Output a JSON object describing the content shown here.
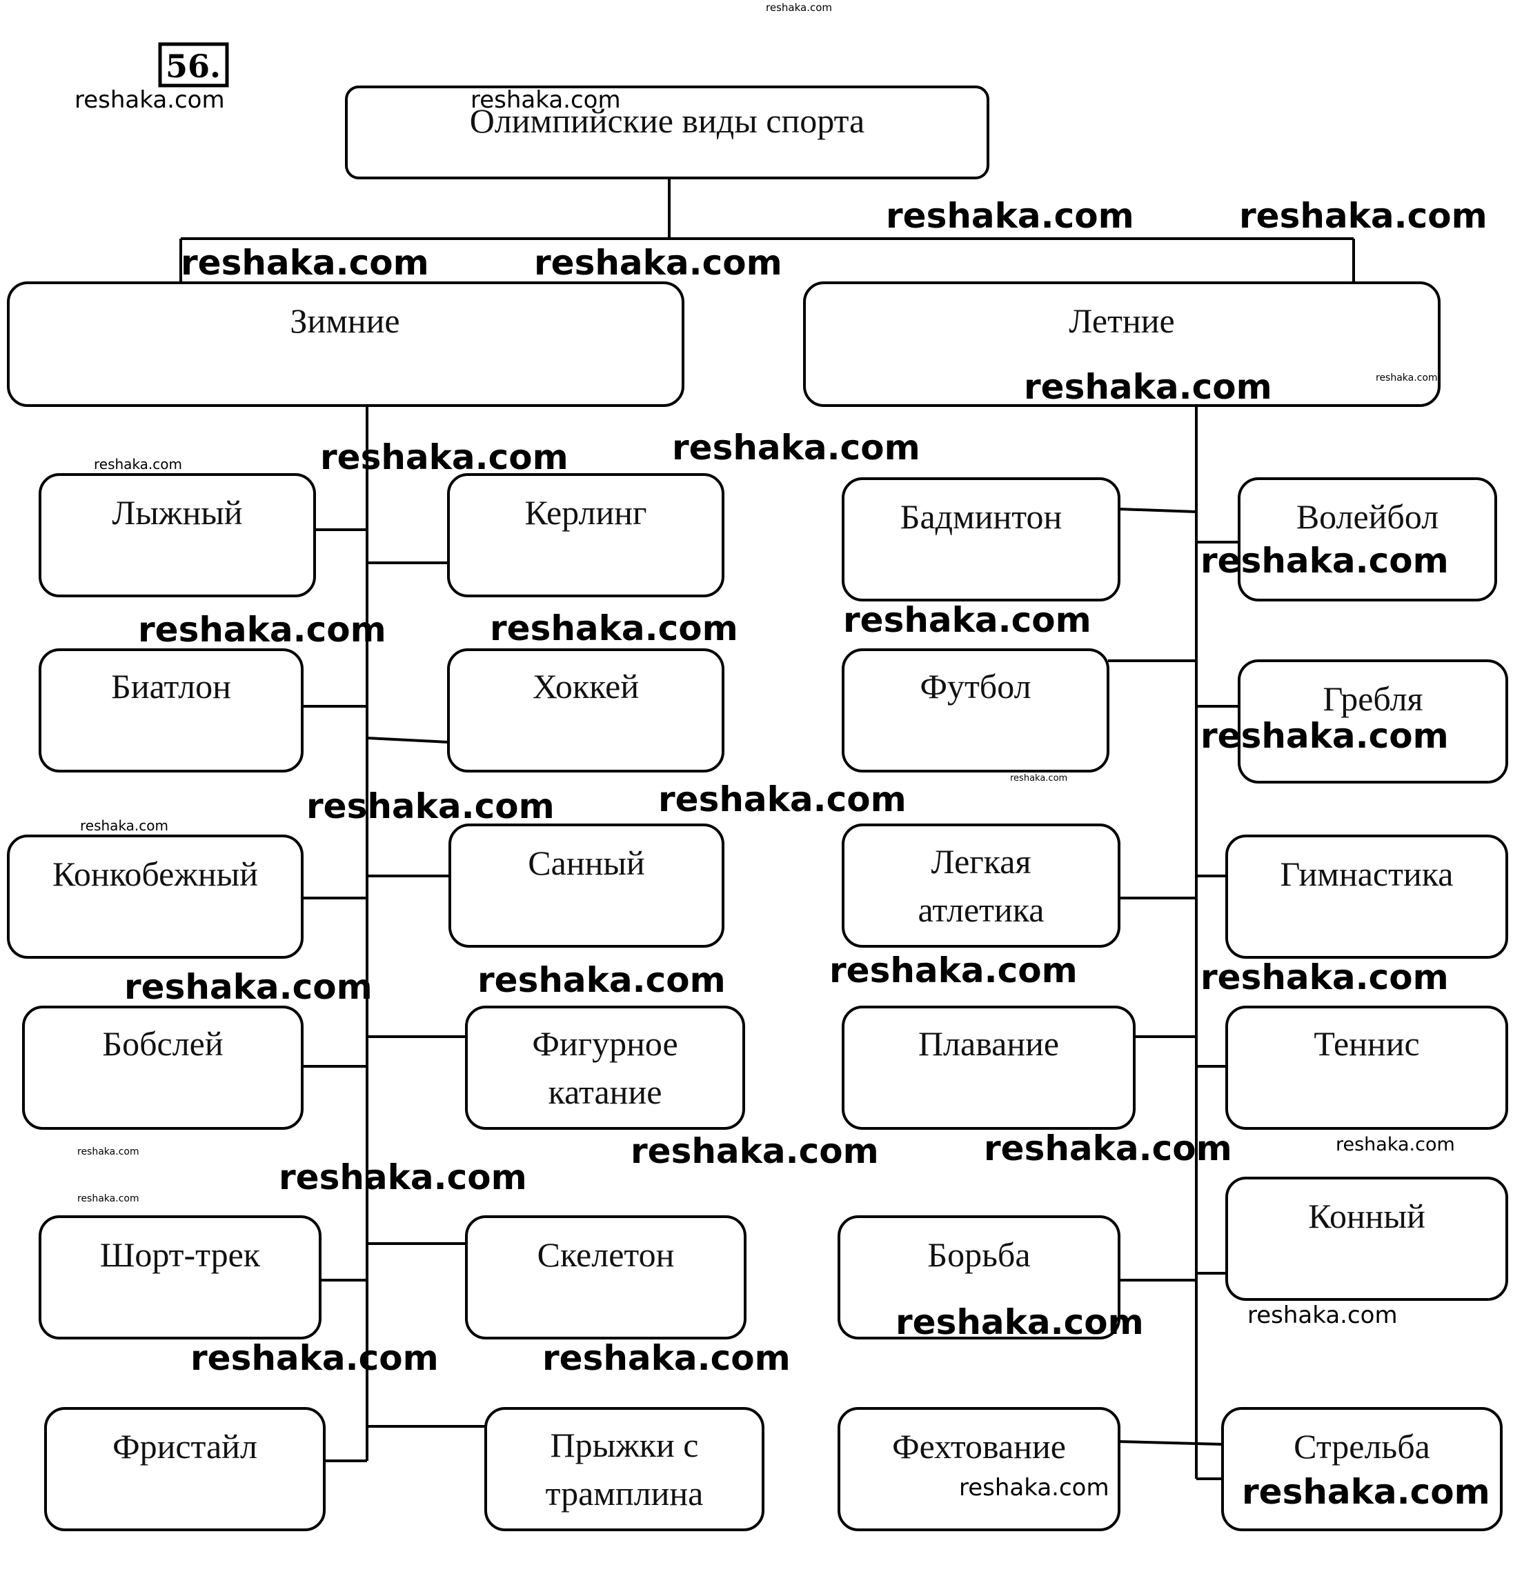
{
  "exercise_number": "56.",
  "root": {
    "label": "Олимпийские виды спорта"
  },
  "categories": {
    "winter": {
      "label": "Зимние",
      "left_column": [
        "Лыжный",
        "Биатлон",
        "Конкобежный",
        "Бобслей",
        "Шорт-трек",
        "Фристайл"
      ],
      "right_column": [
        "Керлинг",
        "Хоккей",
        "Санный",
        "Фигурное катание",
        "Скелетон",
        "Прыжки с трамплина"
      ]
    },
    "summer": {
      "label": "Летние",
      "left_column": [
        "Бадминтон",
        "Футбол",
        "Легкая атлетика",
        "Плавание",
        "Борьба",
        "Фехтование"
      ],
      "right_column": [
        "Волейбол",
        "Гребля",
        "Гимнастика",
        "Теннис",
        "Конный",
        "Стрельба"
      ]
    }
  },
  "watermark": "reshaka.com",
  "colors": {
    "stroke": "#000000",
    "background": "#ffffff"
  }
}
